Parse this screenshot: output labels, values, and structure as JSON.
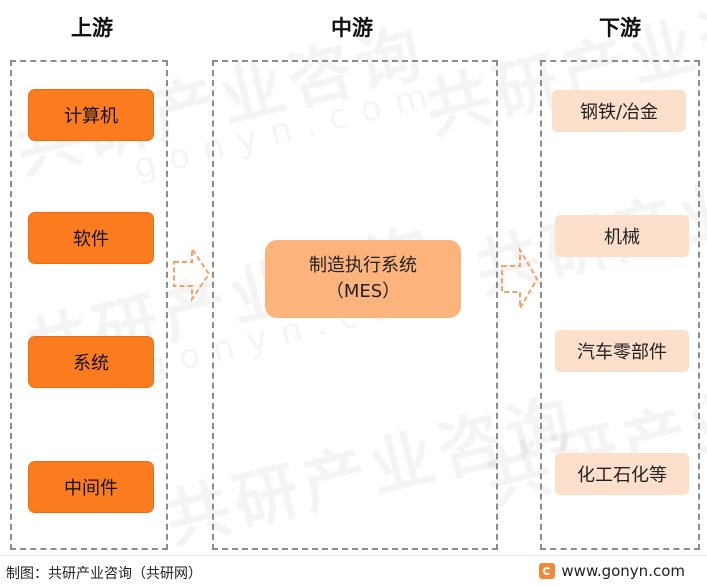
{
  "columns": {
    "upstream_title": "上游",
    "midstream_title": "中游",
    "downstream_title": "下游"
  },
  "upstream_items": [
    "计算机",
    "软件",
    "系统",
    "中间件"
  ],
  "midstream": {
    "line1": "制造执行系统",
    "line2": "（MES）"
  },
  "downstream_items": [
    "钢铁/冶金",
    "机械",
    "汽车零部件",
    "化工石化等"
  ],
  "watermark": {
    "text": "共研产业咨询",
    "sub": "gonyn.com"
  },
  "footer": {
    "source": "制图：共研产业咨询（共研网）",
    "website": "www.gonyn.com"
  },
  "colors": {
    "upstream_box": "#fb7b1f",
    "midstream_box": "#fcb47c",
    "downstream_box": "#fce0cc",
    "arrow": "#f5a066",
    "panel_border": "#8c8c8c"
  }
}
